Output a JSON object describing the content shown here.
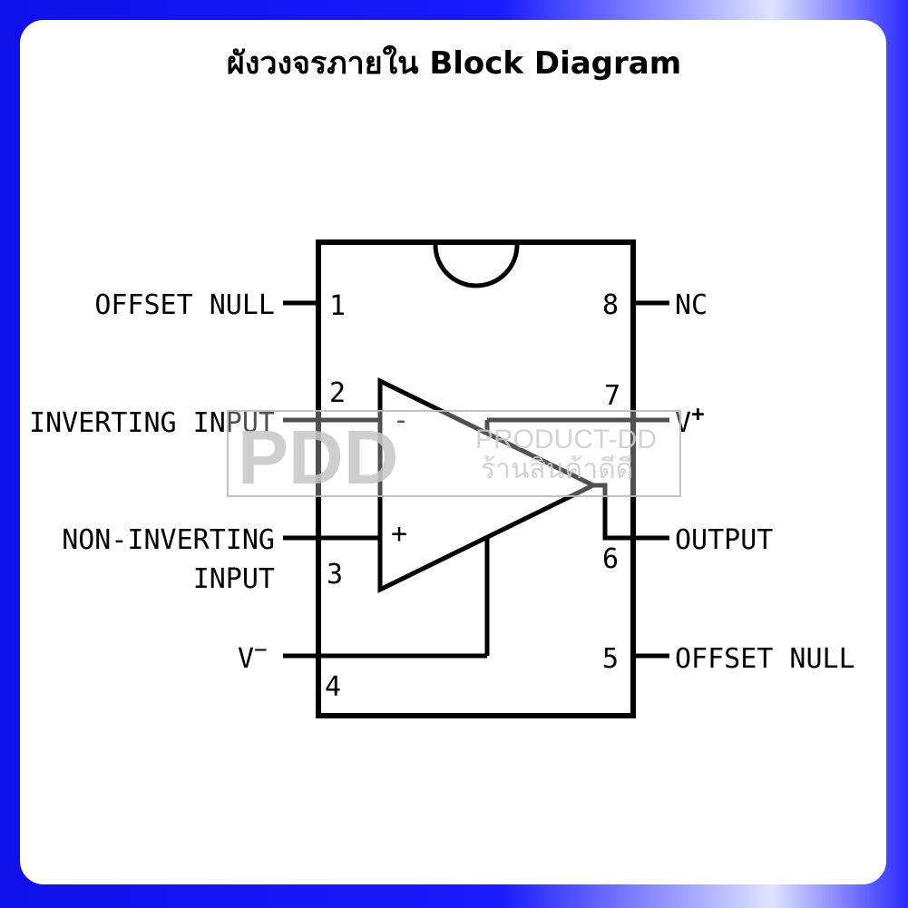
{
  "title": "ผังวงจรภายใน  Block Diagram",
  "pins": {
    "p1": {
      "num": "1",
      "label": "OFFSET NULL"
    },
    "p2": {
      "num": "2",
      "label": "INVERTING INPUT"
    },
    "p3": {
      "num": "3",
      "label_line1": "NON-INVERTING",
      "label_line2": "INPUT"
    },
    "p4": {
      "num": "4",
      "label": "V",
      "sup": "−"
    },
    "p5": {
      "num": "5",
      "label": "OFFSET NULL"
    },
    "p6": {
      "num": "6",
      "label": "OUTPUT"
    },
    "p7": {
      "num": "7",
      "label": "V",
      "sup": "+"
    },
    "p8": {
      "num": "8",
      "label": "NC"
    }
  },
  "opamp": {
    "minus": "-",
    "plus": "+"
  },
  "watermark": {
    "logo": "PDD",
    "line1": "PRODUCT-DD",
    "line2": "ร้านสินค้าดีดี"
  }
}
